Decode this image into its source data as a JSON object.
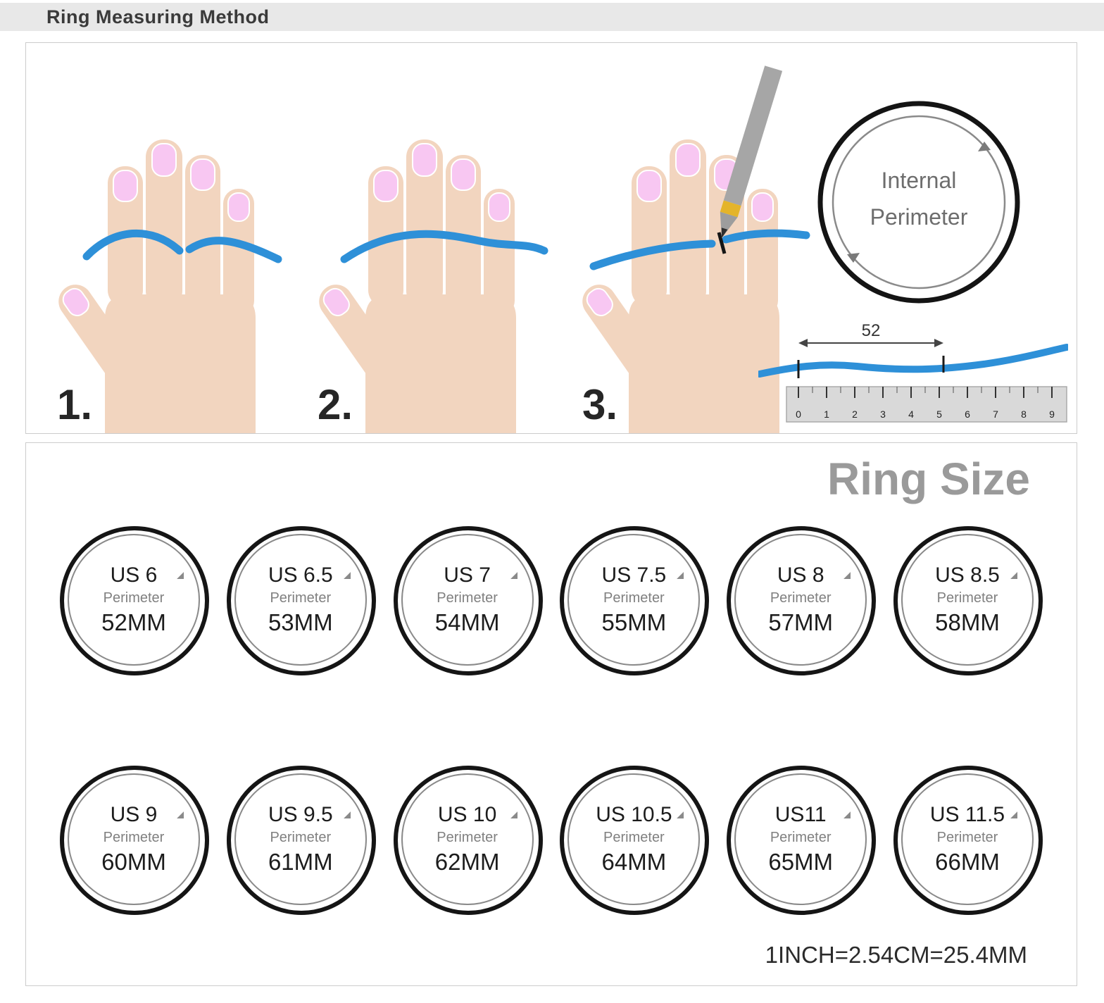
{
  "header": {
    "title": "Ring Measuring Method"
  },
  "method": {
    "steps": [
      "1.",
      "2.",
      "3."
    ],
    "perimeter_circle": {
      "line1": "Internal",
      "line2": "Perimeter"
    },
    "ruler": {
      "measurement": "52",
      "ticks": [
        "0",
        "1",
        "2",
        "3",
        "4",
        "5",
        "6",
        "7",
        "8",
        "9"
      ]
    }
  },
  "size_chart": {
    "title": "Ring Size",
    "perimeter_label": "Perimeter",
    "note": "1INCH=2.54CM=25.4MM",
    "rings": [
      {
        "us": "US 6",
        "mm": "52MM"
      },
      {
        "us": "US 6.5",
        "mm": "53MM"
      },
      {
        "us": "US 7",
        "mm": "54MM"
      },
      {
        "us": "US 7.5",
        "mm": "55MM"
      },
      {
        "us": "US 8",
        "mm": "57MM"
      },
      {
        "us": "US 8.5",
        "mm": "58MM"
      },
      {
        "us": "US 9",
        "mm": "60MM"
      },
      {
        "us": "US 9.5",
        "mm": "61MM"
      },
      {
        "us": "US 10",
        "mm": "62MM"
      },
      {
        "us": "US 10.5",
        "mm": "64MM"
      },
      {
        "us": "US11",
        "mm": "65MM"
      },
      {
        "us": "US 11.5",
        "mm": "66MM"
      }
    ]
  },
  "colors": {
    "string_blue": "#2E90D8",
    "skin": "#F2D5BF",
    "nail_pink": "#F8C7F2",
    "pen_gray": "#A6A6A6",
    "pen_band_yellow": "#E4B42A",
    "ring_outline": "#151515",
    "title_gray": "#9A9A9A"
  }
}
